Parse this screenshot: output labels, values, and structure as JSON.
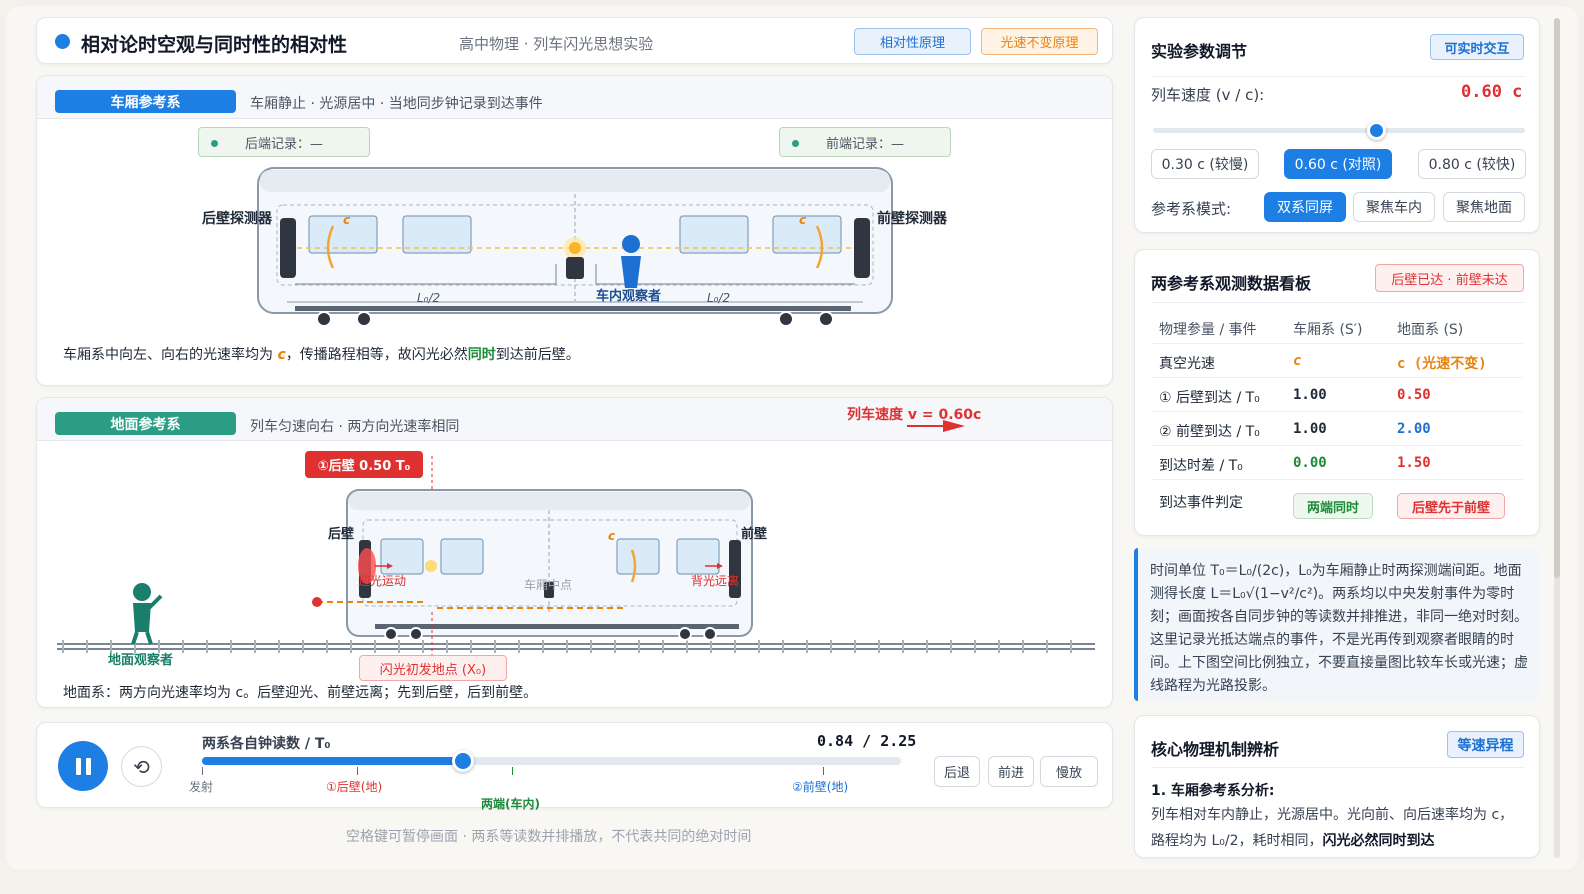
{
  "header": {
    "title": "相对论时空观与同时性的相对性",
    "subtitle": "高中物理 · 列车闪光思想实验",
    "tag1": "相对性原理",
    "tag2": "光速不变原理"
  },
  "train_panel": {
    "badge": "车厢参考系",
    "desc": "车厢静止 · 光源居中 · 当地同步钟记录到达事件",
    "rear_record": "后端记录：—",
    "front_record": "前端记录：—",
    "rear_detector": "后壁探测器",
    "front_detector": "前壁探测器",
    "observer": "车内观察者",
    "half_left": "L₀/2",
    "half_right": "L₀/2",
    "light_c_left": "c",
    "light_c_right": "c",
    "caption_a": "车厢系中向左、向右的光速率均为 ",
    "caption_c": "c",
    "caption_b": "，传播路程相等，故闪光必然",
    "caption_em": "同时",
    "caption_d": "到达前后壁。"
  },
  "ground_panel": {
    "badge": "地面参考系",
    "desc": "列车匀速向右 · 两方向光速率相同",
    "speed_label": "列车速度 v = 0.60c",
    "rear_hit": "①后壁 0.50 T₀",
    "rear_wall": "后壁",
    "front_wall": "前壁",
    "toward_light": "迎光运动",
    "away_light": "背光远离",
    "center": "车厢中点",
    "observer": "地面观察者",
    "flash_origin": "闪光初发地点 (X₀)",
    "light_c": "c",
    "caption": "地面系：两方向光速率均为 c。后壁迎光、前壁远离；先到后壁，后到前壁。"
  },
  "timeline": {
    "label": "两系各自钟读数 / T₀",
    "readout": "0.84 / 2.25",
    "progress": 0.3733,
    "marks": {
      "launch": "发射",
      "rear_ground": "①后壁(地)",
      "both_train": "两端(车内)",
      "front_ground": "②前壁(地)"
    },
    "back": "后退",
    "forward": "前进",
    "slow": "慢放",
    "hint": "空格键可暂停画面 · 两系等读数并排播放，不代表共同的绝对时间"
  },
  "params": {
    "title": "实验参数调节",
    "badge": "可实时交互",
    "speed_label": "列车速度 (v / c):",
    "speed_value": "0.60 c",
    "slider_value": 0.6,
    "presets": [
      "0.30 c (较慢)",
      "0.60 c (对照)",
      "0.80 c (较快)"
    ],
    "mode_label": "参考系模式:",
    "modes": [
      "双系同屏",
      "聚焦车内",
      "聚焦地面"
    ]
  },
  "board": {
    "title": "两参考系观测数据看板",
    "status": "后壁已达 · 前壁未达",
    "headers": [
      "物理参量 / 事件",
      "车厢系 (S′)",
      "地面系 (S)"
    ],
    "rows": [
      [
        "真空光速",
        "c",
        "c (光速不变)"
      ],
      [
        "① 后壁到达 / T₀",
        "1.00",
        "0.50"
      ],
      [
        "② 前壁到达 / T₀",
        "1.00",
        "2.00"
      ],
      [
        "到达时差 / T₀",
        "0.00",
        "1.50"
      ],
      [
        "到达事件判定",
        "两端同时",
        "后壁先于前壁"
      ]
    ]
  },
  "note": {
    "text": "时间单位 T₀＝L₀/(2c)，L₀为车厢静止时两探测端间距。地面测得长度 L＝L₀√(1−v²/c²)。两系均以中央发射事件为零时刻；画面按各自同步钟的等读数并排推进，非同一绝对时刻。这里记录光抵达端点的事件，不是光再传到观察者眼睛的时间。上下图空间比例独立，不要直接量图比较车长或光速；虚线路程为光路投影。"
  },
  "analysis": {
    "title": "核心物理机制辨析",
    "badge": "等速异程",
    "heading": "1. 车厢参考系分析:",
    "body_a": "列车相对车内静止，光源居中。光向前、向后速率均为 c，路程均为 L₀/2，耗时相同，",
    "body_b": "闪光必然同时到达"
  },
  "colors": {
    "primary": "#1d7ee3",
    "teal": "#2a9d84",
    "red": "#e03131",
    "orange": "#e8830c",
    "green": "#1e8b3a"
  }
}
